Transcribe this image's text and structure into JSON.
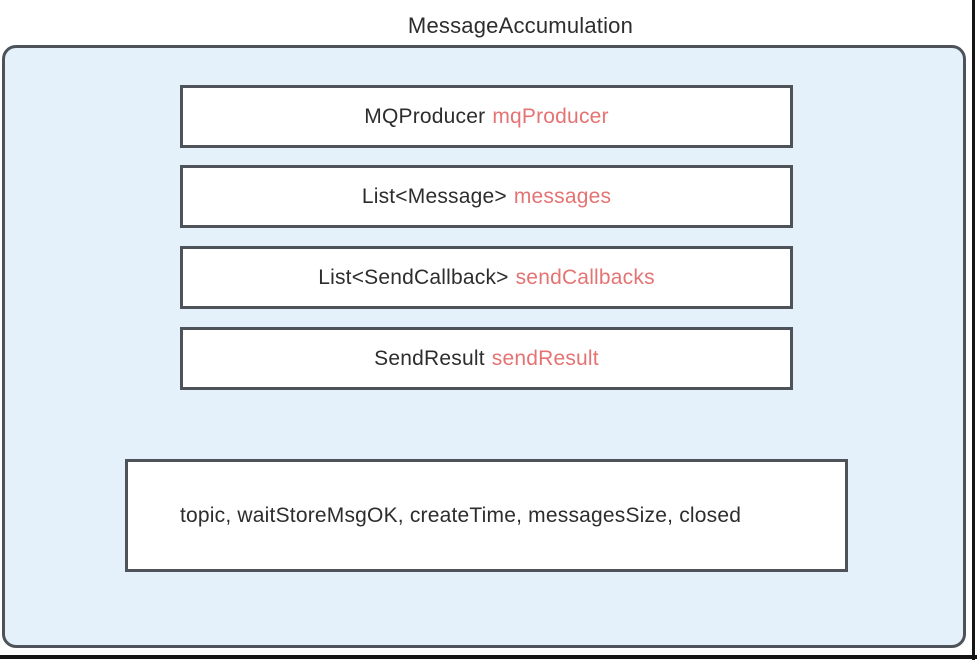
{
  "title": "MessageAccumulation",
  "colors": {
    "container_fill": "#e4f1fa",
    "stroke": "#4d5359",
    "box_fill": "#ffffff",
    "type_text": "#2d2d2d",
    "name_text": "#e57373",
    "frame_edge": "#141414"
  },
  "class_diagram": {
    "fields": [
      {
        "type": "MQProducer",
        "name": "mqProducer"
      },
      {
        "type": "List<Message>",
        "name": "messages"
      },
      {
        "type": "List<SendCallback>",
        "name": "sendCallbacks"
      },
      {
        "type": "SendResult",
        "name": "sendResult"
      }
    ],
    "other_fields": "topic, waitStoreMsgOK, createTime, messagesSize, closed"
  }
}
